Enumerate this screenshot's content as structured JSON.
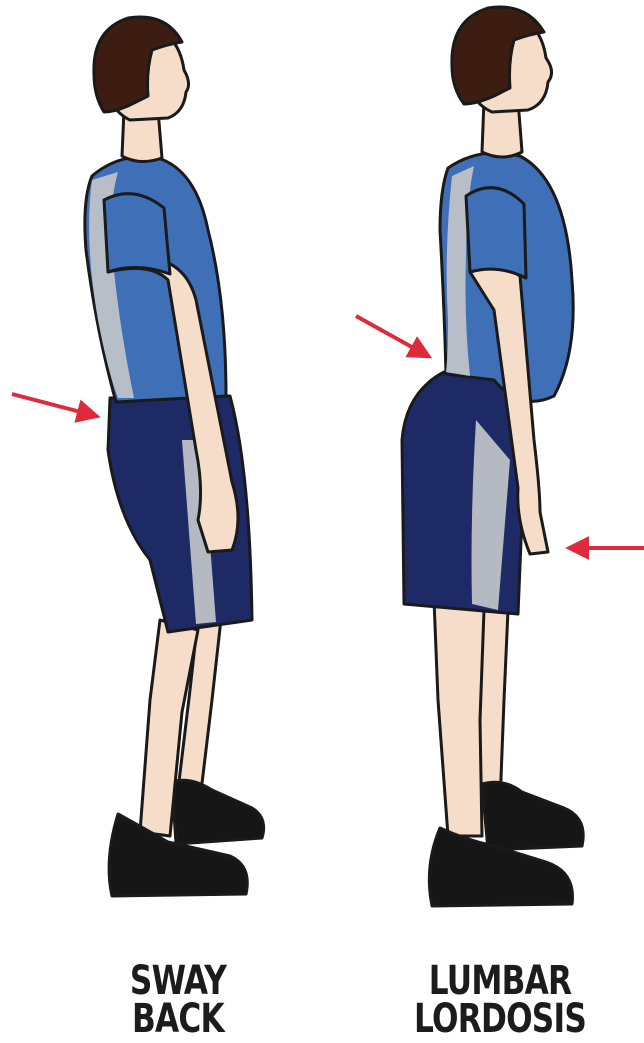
{
  "figures": [
    {
      "caption_lines": [
        "SWAY",
        "BACK"
      ]
    },
    {
      "caption_lines": [
        "LUMBAR",
        "LORDOSIS"
      ]
    }
  ],
  "colors": {
    "skin": "#f6ddca",
    "outline": "#1a1a1a",
    "hair": "#3d1d12",
    "shirt": "#3f6fb6",
    "shirt_panel": "#b7bec8",
    "shorts": "#1e2a66",
    "shorts_stripe": "#b4b9c2",
    "shoe": "#161616",
    "arrow": "#dd2b3b"
  }
}
